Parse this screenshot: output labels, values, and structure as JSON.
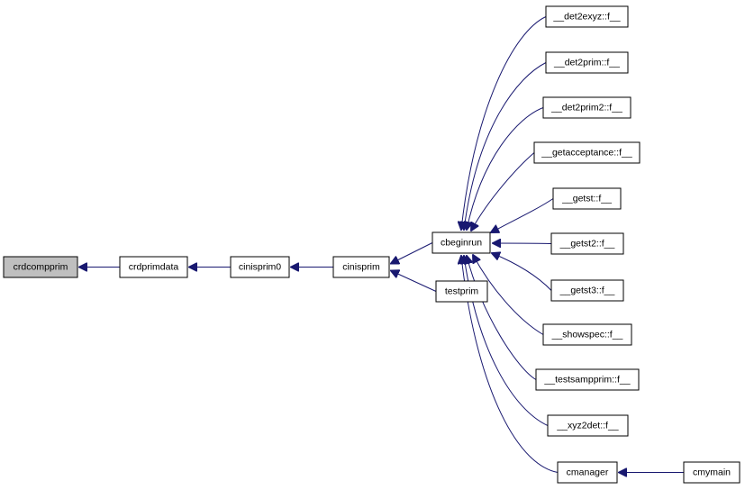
{
  "graph": {
    "edge_color": "#191970",
    "root_fill": "#bfbfbf",
    "nodes": [
      {
        "id": "crdcompprim",
        "label": "crdcompprim",
        "root": true
      },
      {
        "id": "crdprimdata",
        "label": "crdprimdata"
      },
      {
        "id": "cinisprim0",
        "label": "cinisprim0"
      },
      {
        "id": "cinisprim",
        "label": "cinisprim"
      },
      {
        "id": "cbeginrun",
        "label": "cbeginrun"
      },
      {
        "id": "testprim",
        "label": "testprim"
      },
      {
        "id": "det2exyz",
        "label": "__det2exyz::f__"
      },
      {
        "id": "det2prim",
        "label": "__det2prim::f__"
      },
      {
        "id": "det2prim2",
        "label": "__det2prim2::f__"
      },
      {
        "id": "getacceptance",
        "label": "__getacceptance::f__"
      },
      {
        "id": "getst",
        "label": "__getst::f__"
      },
      {
        "id": "getst2",
        "label": "__getst2::f__"
      },
      {
        "id": "getst3",
        "label": "__getst3::f__"
      },
      {
        "id": "showspec",
        "label": "__showspec::f__"
      },
      {
        "id": "testsampprim",
        "label": "__testsampprim::f__"
      },
      {
        "id": "xyz2det",
        "label": "__xyz2det::f__"
      },
      {
        "id": "cmanager",
        "label": "cmanager"
      },
      {
        "id": "cmymain",
        "label": "cmymain"
      }
    ],
    "edges": [
      {
        "from": "crdprimdata",
        "to": "crdcompprim"
      },
      {
        "from": "cinisprim0",
        "to": "crdprimdata"
      },
      {
        "from": "cinisprim",
        "to": "cinisprim0"
      },
      {
        "from": "cbeginrun",
        "to": "cinisprim"
      },
      {
        "from": "testprim",
        "to": "cinisprim"
      },
      {
        "from": "det2exyz",
        "to": "cbeginrun"
      },
      {
        "from": "det2prim",
        "to": "cbeginrun"
      },
      {
        "from": "det2prim2",
        "to": "cbeginrun"
      },
      {
        "from": "getacceptance",
        "to": "cbeginrun"
      },
      {
        "from": "getst",
        "to": "cbeginrun"
      },
      {
        "from": "getst2",
        "to": "cbeginrun"
      },
      {
        "from": "getst3",
        "to": "cbeginrun"
      },
      {
        "from": "showspec",
        "to": "cbeginrun"
      },
      {
        "from": "testsampprim",
        "to": "cbeginrun"
      },
      {
        "from": "xyz2det",
        "to": "cbeginrun"
      },
      {
        "from": "cmanager",
        "to": "cbeginrun"
      },
      {
        "from": "cmymain",
        "to": "cmanager"
      }
    ]
  }
}
